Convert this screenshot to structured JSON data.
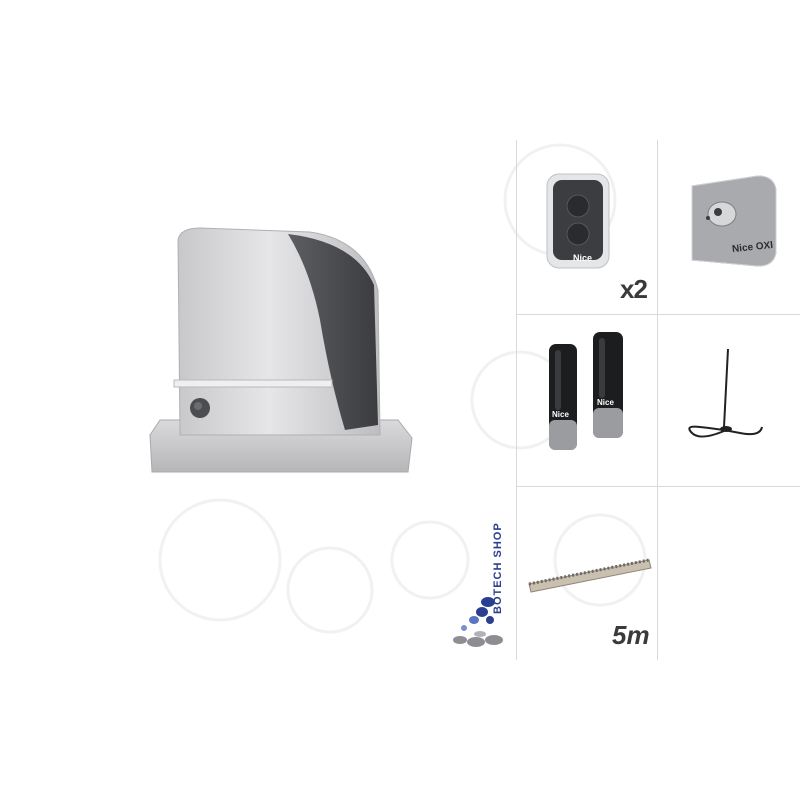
{
  "shop": {
    "name": "BOTECH SHOP"
  },
  "remote": {
    "brand": "Nice",
    "quantity_label": "x2"
  },
  "receiver": {
    "brand_label": "Nice OXI"
  },
  "photocells": {
    "brand_left": "Nice",
    "brand_right": "Nice"
  },
  "rack": {
    "length_label": "5m"
  },
  "colors": {
    "motor_body": "#d4d4d6",
    "motor_cover": "#4a4c4f",
    "grid_line": "#d9d9d9",
    "shop_blue": "#2a3f8f"
  }
}
